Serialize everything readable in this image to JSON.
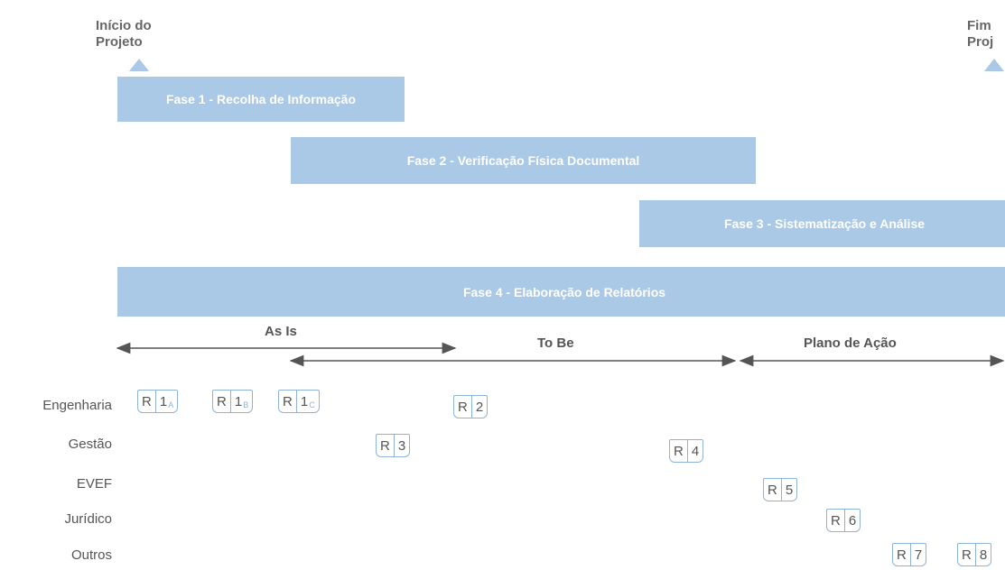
{
  "milestones": {
    "start": [
      "Início do",
      "Projeto"
    ],
    "end": [
      "Fim",
      "Proj"
    ]
  },
  "phases": [
    "Fase 1 - Recolha de Informação",
    "Fase 2 - Verificação Física Documental",
    "Fase 3 - Sistematização e Análise",
    "Fase 4 - Elaboração de Relatórios"
  ],
  "spans": {
    "as_is": "As Is",
    "to_be": "To Be",
    "plano": "Plano de Ação"
  },
  "rows": [
    "Engenharia",
    "Gestão",
    "EVEF",
    "Jurídico",
    "Outros"
  ],
  "reports": [
    {
      "letter": "R",
      "num": "1",
      "sub": "A"
    },
    {
      "letter": "R",
      "num": "1",
      "sub": "B"
    },
    {
      "letter": "R",
      "num": "1",
      "sub": "C"
    },
    {
      "letter": "R",
      "num": "2",
      "sub": ""
    },
    {
      "letter": "R",
      "num": "3",
      "sub": ""
    },
    {
      "letter": "R",
      "num": "4",
      "sub": ""
    },
    {
      "letter": "R",
      "num": "5",
      "sub": ""
    },
    {
      "letter": "R",
      "num": "6",
      "sub": ""
    },
    {
      "letter": "R",
      "num": "7",
      "sub": ""
    },
    {
      "letter": "R",
      "num": "8",
      "sub": ""
    }
  ],
  "colors": {
    "phase_fill": "#a9c9e6",
    "report_border": "#8fb3d6",
    "arrow": "#555555"
  }
}
